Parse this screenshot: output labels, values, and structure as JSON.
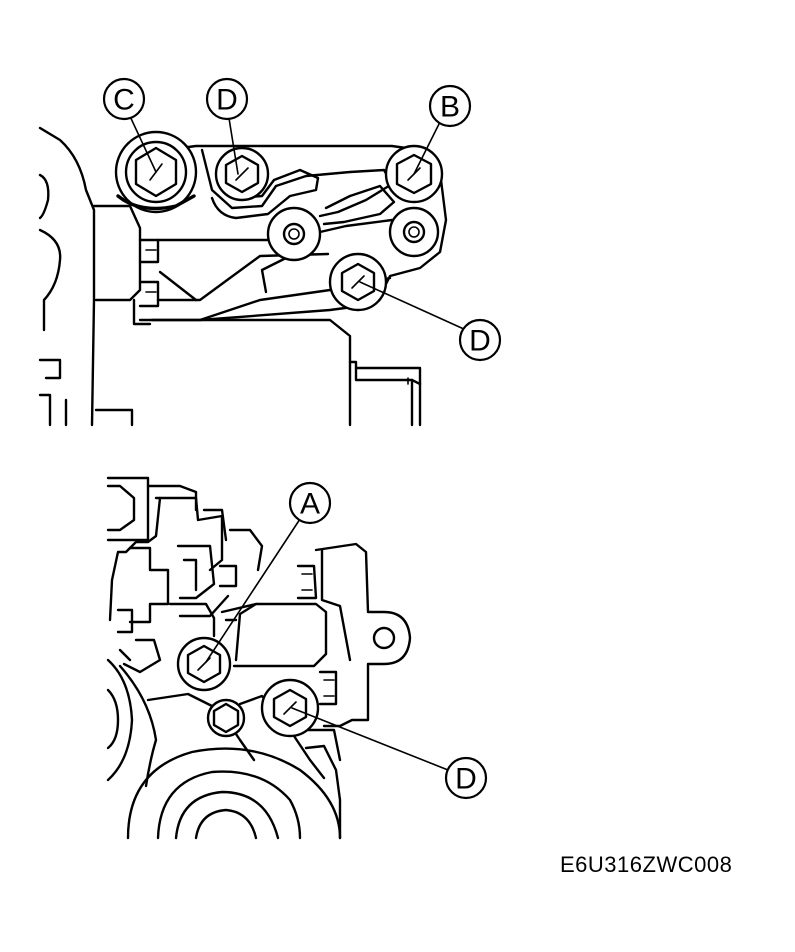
{
  "callouts": {
    "top_c": "C",
    "top_d1": "D",
    "top_b": "B",
    "top_d2": "D",
    "bottom_a": "A",
    "bottom_d": "D"
  },
  "figure_code": "E6U316ZWC008"
}
